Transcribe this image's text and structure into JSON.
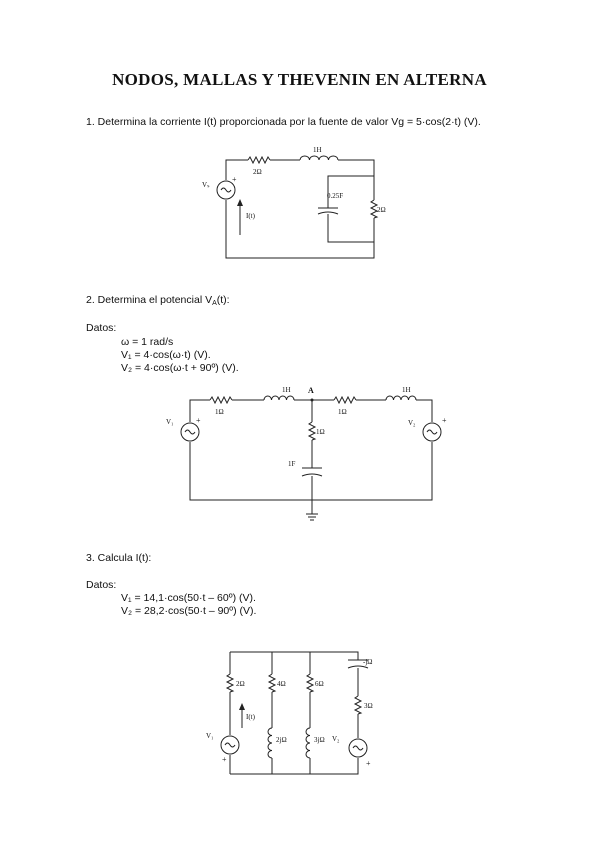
{
  "title": "NODOS, MALLAS Y THEVENIN EN ALTERNA",
  "p1": {
    "statement": "1. Determina la corriente I(t) proporcionada por la fuente de valor Vg = 5·cos(2·t) (V).",
    "labels": {
      "r1": "2Ω",
      "l1": "1H",
      "c1": "0.25F",
      "r2": "2Ω",
      "source": "Vₛ",
      "current": "I(t)",
      "plus": "+"
    }
  },
  "p2": {
    "statement_pre": "2. Determina el potencial V",
    "statement_sub": "A",
    "statement_post": "(t):",
    "datos": "Datos:",
    "lines": [
      "ω = 1 rad/s",
      "V₁ = 4·cos(ω·t) (V).",
      "V₂ = 4·cos(ω·t + 90º) (V)."
    ],
    "labels": {
      "r1": "1Ω",
      "l1": "1H",
      "node": "A",
      "r2": "1Ω",
      "l2": "1H",
      "r3": "1Ω",
      "c1": "1F",
      "v1": "V₁",
      "v2": "V₂",
      "plus": "+"
    }
  },
  "p3": {
    "statement": "3. Calcula I(t):",
    "datos": "Datos:",
    "lines": [
      "V₁ = 14,1·cos(50·t – 60º) (V).",
      "V₂ = 28,2·cos(50·t – 90º) (V)."
    ],
    "labels": {
      "r_a": "2Ω",
      "r_b": "4Ω",
      "r_c": "6Ω",
      "c": "-jΩ",
      "r_d": "3Ω",
      "l_a": "2jΩ",
      "l_b": "3jΩ",
      "v1": "V₁",
      "v2": "V₂",
      "current": "I(t)",
      "plus": "+"
    }
  }
}
